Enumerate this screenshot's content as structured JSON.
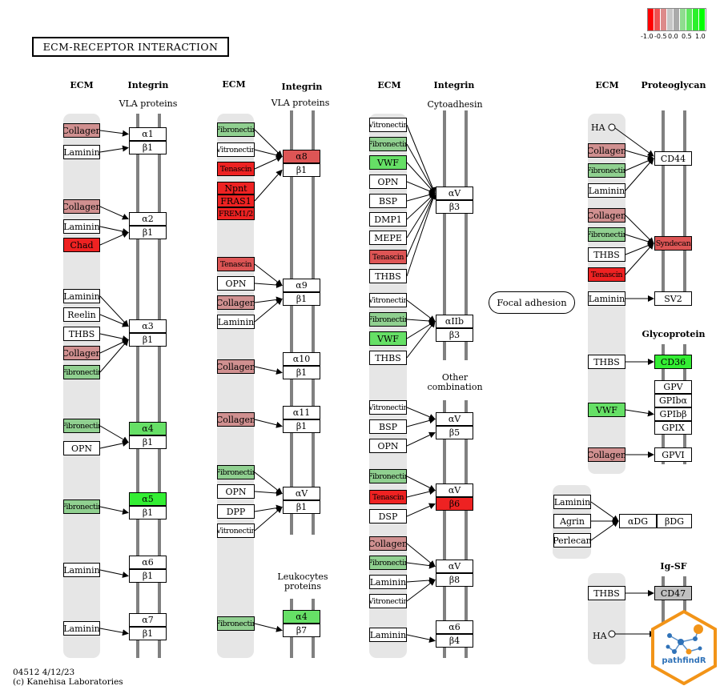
{
  "title": "ECM-RECEPTOR INTERACTION",
  "footer": {
    "line1": "04512 4/12/23",
    "line2": "(c) Kanehisa Laboratories"
  },
  "legend": {
    "ticks": [
      "-1.0",
      "-0.5",
      "0.0",
      "0.5",
      "1.0"
    ],
    "colors": [
      "#ff0000",
      "#ee5050",
      "#dd8a8a",
      "#c6c6c6",
      "#aaaaaa",
      "#8fdc8f",
      "#5fe85f",
      "#2cf02c",
      "#00ff00"
    ]
  },
  "headers": [
    {
      "id": "h-ecm-1",
      "text": "ECM"
    },
    {
      "id": "h-int-1",
      "text": "Integrin"
    },
    {
      "id": "h-ecm-2",
      "text": "ECM"
    },
    {
      "id": "h-int-2",
      "text": "Integrin"
    },
    {
      "id": "h-ecm-3",
      "text": "ECM"
    },
    {
      "id": "h-int-3",
      "text": "Integrin"
    },
    {
      "id": "h-ecm-4",
      "text": "ECM"
    },
    {
      "id": "h-pg",
      "text": "Proteoglycan"
    },
    {
      "id": "h-gp",
      "text": "Glycoprotein"
    },
    {
      "id": "h-igsf",
      "text": "Ig-SF"
    }
  ],
  "labels": [
    {
      "id": "vla-1",
      "text": "VLA proteins"
    },
    {
      "id": "vla-2",
      "text": "VLA proteins"
    },
    {
      "id": "cytoadhesin",
      "text": "Cytoadhesin"
    },
    {
      "id": "other-comb",
      "text": "Other\ncombination"
    },
    {
      "id": "leukocytes",
      "text": "Leukocytes\nproteins"
    }
  ],
  "focal_adhesion": "Focal adhesion",
  "ha_labels": [
    "HA",
    "HA"
  ],
  "badge": {
    "text": "pathfindR"
  },
  "colors": {
    "up_strong": "#33ee33",
    "up": "#66e066",
    "up_light": "#90d090",
    "down_strong": "#ee2222",
    "down": "#dd5555",
    "down_light": "#d09090",
    "grey": "#c0c0c0",
    "white": "#ffffff"
  },
  "nodes": [
    {
      "id": "c1-collagen-1",
      "text": "Collagen",
      "color": "#d09090"
    },
    {
      "id": "c1-laminin-1",
      "text": "Laminin",
      "color": "#ffffff"
    },
    {
      "id": "c1-a1",
      "text": "α1",
      "color": "#ffffff"
    },
    {
      "id": "c1-b1-1",
      "text": "β1",
      "color": "#ffffff"
    },
    {
      "id": "c1-collagen-2",
      "text": "Collagen",
      "color": "#d09090"
    },
    {
      "id": "c1-laminin-2",
      "text": "Laminin",
      "color": "#ffffff"
    },
    {
      "id": "c1-chad",
      "text": "Chad",
      "color": "#ee2222"
    },
    {
      "id": "c1-a2",
      "text": "α2",
      "color": "#ffffff"
    },
    {
      "id": "c1-b1-2",
      "text": "β1",
      "color": "#ffffff"
    },
    {
      "id": "c1-laminin-3",
      "text": "Laminin",
      "color": "#ffffff"
    },
    {
      "id": "c1-reelin",
      "text": "Reelin",
      "color": "#ffffff"
    },
    {
      "id": "c1-thbs",
      "text": "THBS",
      "color": "#ffffff"
    },
    {
      "id": "c1-collagen-3",
      "text": "Collagen",
      "color": "#d09090"
    },
    {
      "id": "c1-fibronectin-1",
      "text": "Fibronectin",
      "color": "#90d090",
      "small": true
    },
    {
      "id": "c1-a3",
      "text": "α3",
      "color": "#ffffff"
    },
    {
      "id": "c1-b1-3",
      "text": "β1",
      "color": "#ffffff"
    },
    {
      "id": "c1-fibronectin-2",
      "text": "Fibronectin",
      "color": "#90d090",
      "small": true
    },
    {
      "id": "c1-opn",
      "text": "OPN",
      "color": "#ffffff"
    },
    {
      "id": "c1-a4",
      "text": "α4",
      "color": "#66e066"
    },
    {
      "id": "c1-b1-4",
      "text": "β1",
      "color": "#ffffff"
    },
    {
      "id": "c1-fibronectin-3",
      "text": "Fibronectin",
      "color": "#90d090",
      "small": true
    },
    {
      "id": "c1-a5",
      "text": "α5",
      "color": "#33ee33"
    },
    {
      "id": "c1-b1-5",
      "text": "β1",
      "color": "#ffffff"
    },
    {
      "id": "c1-laminin-4",
      "text": "Laminin",
      "color": "#ffffff"
    },
    {
      "id": "c1-a6",
      "text": "α6",
      "color": "#ffffff"
    },
    {
      "id": "c1-b1-6",
      "text": "β1",
      "color": "#ffffff"
    },
    {
      "id": "c1-laminin-5",
      "text": "Laminin",
      "color": "#ffffff"
    },
    {
      "id": "c1-a7",
      "text": "α7",
      "color": "#ffffff"
    },
    {
      "id": "c1-b1-7",
      "text": "β1",
      "color": "#ffffff"
    },
    {
      "id": "c2-fibronectin-1",
      "text": "Fibronectin",
      "color": "#90d090",
      "small": true
    },
    {
      "id": "c2-vitronectin-1",
      "text": "Vitronectin",
      "color": "#ffffff",
      "small": true
    },
    {
      "id": "c2-tenascin-1",
      "text": "Tenascin",
      "color": "#ee2222",
      "small": true
    },
    {
      "id": "c2-npnt",
      "text": "Npnt",
      "color": "#ee2222"
    },
    {
      "id": "c2-fras1",
      "text": "FRAS1",
      "color": "#ee2222"
    },
    {
      "id": "c2-frem12",
      "text": "FREM1/2",
      "color": "#ee2222",
      "small": true
    },
    {
      "id": "c2-a8",
      "text": "α8",
      "color": "#dd5555"
    },
    {
      "id": "c2-b1-1",
      "text": "β1",
      "color": "#ffffff"
    },
    {
      "id": "c2-tenascin-2",
      "text": "Tenascin",
      "color": "#dd5555",
      "small": true
    },
    {
      "id": "c2-opn",
      "text": "OPN",
      "color": "#ffffff"
    },
    {
      "id": "c2-collagen-1",
      "text": "Collagen",
      "color": "#d09090"
    },
    {
      "id": "c2-laminin",
      "text": "Laminin",
      "color": "#ffffff"
    },
    {
      "id": "c2-a9",
      "text": "α9",
      "color": "#ffffff"
    },
    {
      "id": "c2-b1-2",
      "text": "β1",
      "color": "#ffffff"
    },
    {
      "id": "c2-collagen-2",
      "text": "Collagen",
      "color": "#d09090"
    },
    {
      "id": "c2-a10",
      "text": "α10",
      "color": "#ffffff"
    },
    {
      "id": "c2-b1-3",
      "text": "β1",
      "color": "#ffffff"
    },
    {
      "id": "c2-collagen-3",
      "text": "Collagen",
      "color": "#d09090"
    },
    {
      "id": "c2-a11",
      "text": "α11",
      "color": "#ffffff"
    },
    {
      "id": "c2-b1-4",
      "text": "β1",
      "color": "#ffffff"
    },
    {
      "id": "c2-fibronectin-2",
      "text": "Fibronectin",
      "color": "#90d090",
      "small": true
    },
    {
      "id": "c2-opn-2",
      "text": "OPN",
      "color": "#ffffff"
    },
    {
      "id": "c2-dpp",
      "text": "DPP",
      "color": "#ffffff"
    },
    {
      "id": "c2-vitronectin-2",
      "text": "Vitronectin",
      "color": "#ffffff",
      "small": true
    },
    {
      "id": "c2-av",
      "text": "αV",
      "color": "#ffffff"
    },
    {
      "id": "c2-b1-5",
      "text": "β1",
      "color": "#ffffff"
    },
    {
      "id": "c2-fibronectin-3",
      "text": "Fibronectin",
      "color": "#90d090",
      "small": true
    },
    {
      "id": "c2-a4",
      "text": "α4",
      "color": "#66e066"
    },
    {
      "id": "c2-b7",
      "text": "β7",
      "color": "#ffffff"
    },
    {
      "id": "c3-vitronectin-1",
      "text": "Vitronectin",
      "color": "#ffffff",
      "small": true
    },
    {
      "id": "c3-fibronectin-1",
      "text": "Fibronectin",
      "color": "#90d090",
      "small": true
    },
    {
      "id": "c3-vwf-1",
      "text": "VWF",
      "color": "#66e066"
    },
    {
      "id": "c3-opn-1",
      "text": "OPN",
      "color": "#ffffff"
    },
    {
      "id": "c3-bsp-1",
      "text": "BSP",
      "color": "#ffffff"
    },
    {
      "id": "c3-dmp1",
      "text": "DMP1",
      "color": "#ffffff"
    },
    {
      "id": "c3-mepe",
      "text": "MEPE",
      "color": "#ffffff"
    },
    {
      "id": "c3-tenascin-1",
      "text": "Tenascin",
      "color": "#dd5555",
      "small": true
    },
    {
      "id": "c3-thbs",
      "text": "THBS",
      "color": "#ffffff"
    },
    {
      "id": "c3-av-1",
      "text": "αV",
      "color": "#ffffff"
    },
    {
      "id": "c3-b3-1",
      "text": "β3",
      "color": "#ffffff"
    },
    {
      "id": "c3-vitronectin-2",
      "text": "Vitronectin",
      "color": "#ffffff",
      "small": true
    },
    {
      "id": "c3-fibronectin-2",
      "text": "Fibronectin",
      "color": "#90d090",
      "small": true
    },
    {
      "id": "c3-vwf-2",
      "text": "VWF",
      "color": "#66e066"
    },
    {
      "id": "c3-thbs-2",
      "text": "THBS",
      "color": "#ffffff"
    },
    {
      "id": "c3-aiib",
      "text": "αIIb",
      "color": "#ffffff"
    },
    {
      "id": "c3-b3-2",
      "text": "β3",
      "color": "#ffffff"
    },
    {
      "id": "c3-vitronectin-3",
      "text": "Vitronectin",
      "color": "#ffffff",
      "small": true
    },
    {
      "id": "c3-bsp-2",
      "text": "BSP",
      "color": "#ffffff"
    },
    {
      "id": "c3-opn-2",
      "text": "OPN",
      "color": "#ffffff"
    },
    {
      "id": "c3-av-2",
      "text": "αV",
      "color": "#ffffff"
    },
    {
      "id": "c3-b5",
      "text": "β5",
      "color": "#ffffff"
    },
    {
      "id": "c3-fibronectin-3",
      "text": "Fibronectin",
      "color": "#90d090",
      "small": true
    },
    {
      "id": "c3-tenascin-2",
      "text": "Tenascin",
      "color": "#ee2222",
      "small": true
    },
    {
      "id": "c3-dsp",
      "text": "DSP",
      "color": "#ffffff"
    },
    {
      "id": "c3-av-3",
      "text": "αV",
      "color": "#ffffff"
    },
    {
      "id": "c3-b6",
      "text": "β6",
      "color": "#ee2222"
    },
    {
      "id": "c3-collagen",
      "text": "Collagen",
      "color": "#d09090"
    },
    {
      "id": "c3-fibronectin-4",
      "text": "Fibronectin",
      "color": "#90d090",
      "small": true
    },
    {
      "id": "c3-laminin-1",
      "text": "Laminin",
      "color": "#ffffff"
    },
    {
      "id": "c3-vitronectin-4",
      "text": "Vitronectin",
      "color": "#ffffff",
      "small": true
    },
    {
      "id": "c3-av-4",
      "text": "αV",
      "color": "#ffffff"
    },
    {
      "id": "c3-b8",
      "text": "β8",
      "color": "#ffffff"
    },
    {
      "id": "c3-laminin-2",
      "text": "Laminin",
      "color": "#ffffff"
    },
    {
      "id": "c3-a6",
      "text": "α6",
      "color": "#ffffff"
    },
    {
      "id": "c3-b4",
      "text": "β4",
      "color": "#ffffff"
    },
    {
      "id": "c4-collagen-1",
      "text": "Collagen",
      "color": "#d09090"
    },
    {
      "id": "c4-fibronectin-1",
      "text": "Fibronectin",
      "color": "#90d090",
      "small": true
    },
    {
      "id": "c4-laminin-1",
      "text": "Laminin",
      "color": "#ffffff"
    },
    {
      "id": "c4-cd44",
      "text": "CD44",
      "color": "#ffffff"
    },
    {
      "id": "c4-collagen-2",
      "text": "Collagen",
      "color": "#d09090"
    },
    {
      "id": "c4-fibronectin-2",
      "text": "Fibronectin",
      "color": "#90d090",
      "small": true
    },
    {
      "id": "c4-thbs-1",
      "text": "THBS",
      "color": "#ffffff"
    },
    {
      "id": "c4-tenascin",
      "text": "Tenascin",
      "color": "#ee2222",
      "small": true
    },
    {
      "id": "c4-syndecan",
      "text": "Syndecan",
      "color": "#dd5555",
      "small": true
    },
    {
      "id": "c4-laminin-2",
      "text": "Laminin",
      "color": "#ffffff"
    },
    {
      "id": "c4-sv2",
      "text": "SV2",
      "color": "#ffffff"
    },
    {
      "id": "c4-thbs-2",
      "text": "THBS",
      "color": "#ffffff"
    },
    {
      "id": "c4-cd36",
      "text": "CD36",
      "color": "#33ee33"
    },
    {
      "id": "c4-gpv",
      "text": "GPV",
      "color": "#ffffff"
    },
    {
      "id": "c4-gpiba",
      "text": "GPIbα",
      "color": "#ffffff"
    },
    {
      "id": "c4-vwf",
      "text": "VWF",
      "color": "#66e066"
    },
    {
      "id": "c4-gpibb",
      "text": "GPIbβ",
      "color": "#ffffff"
    },
    {
      "id": "c4-gpix",
      "text": "GPIX",
      "color": "#ffffff"
    },
    {
      "id": "c4-collagen-3",
      "text": "Collagen",
      "color": "#d09090"
    },
    {
      "id": "c4-gpvi",
      "text": "GPVI",
      "color": "#ffffff"
    },
    {
      "id": "c4-laminin-3",
      "text": "Laminin",
      "color": "#ffffff"
    },
    {
      "id": "c4-agrin",
      "text": "Agrin",
      "color": "#ffffff"
    },
    {
      "id": "c4-perlecan",
      "text": "Perlecan",
      "color": "#ffffff"
    },
    {
      "id": "c4-adg",
      "text": "αDG",
      "color": "#ffffff"
    },
    {
      "id": "c4-bdg",
      "text": "βDG",
      "color": "#ffffff"
    },
    {
      "id": "c4-thbs-3",
      "text": "THBS",
      "color": "#ffffff"
    },
    {
      "id": "c4-cd47",
      "text": "CD47",
      "color": "#c0c0c0"
    }
  ]
}
